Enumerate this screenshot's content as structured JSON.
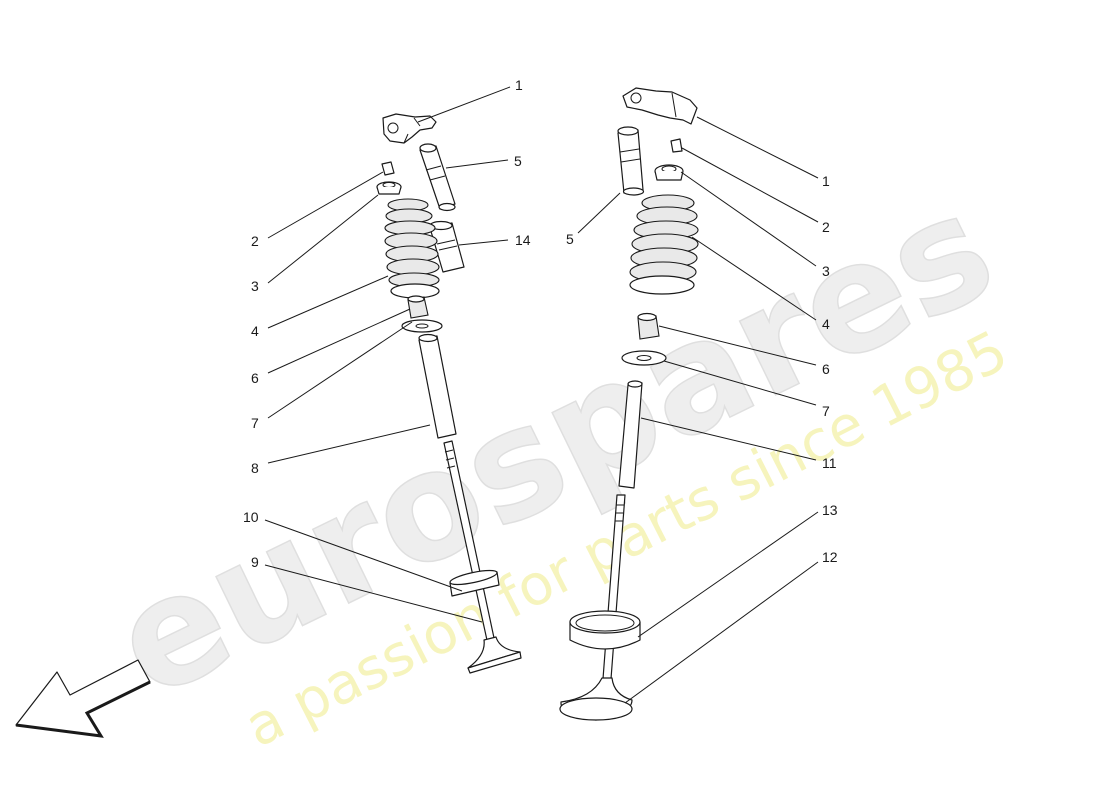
{
  "watermark": {
    "logo_text": "eurospares",
    "tagline": "a passion for parts since 1985"
  },
  "callouts": {
    "left": {
      "n1": "1",
      "n2": "2",
      "n3": "3",
      "n4": "4",
      "n5": "5",
      "n6": "6",
      "n7": "7",
      "n8": "8",
      "n9": "9",
      "n10": "10",
      "n14": "14"
    },
    "right": {
      "n1": "1",
      "n2": "2",
      "n3": "3",
      "n4": "4",
      "n5": "5",
      "n6": "6",
      "n7": "7",
      "n11": "11",
      "n12": "12",
      "n13": "13"
    }
  },
  "colors": {
    "line": "#1a1a1a",
    "watermark_logo": "#ececec",
    "watermark_tagline": "#f3f1a8"
  },
  "icons": {
    "direction_arrow": "arrow-down-left-icon"
  }
}
